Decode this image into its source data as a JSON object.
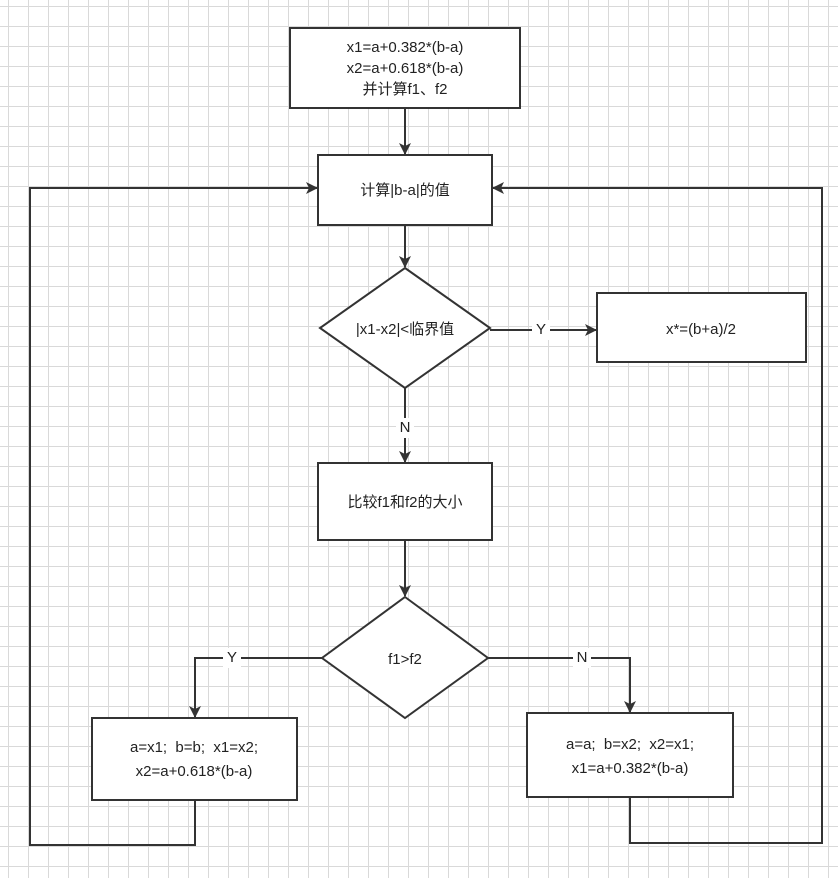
{
  "nodes": {
    "init": {
      "lines": [
        "x1=a+0.382*(b-a)",
        "x2=a+0.618*(b-a)",
        "并计算f1、f2"
      ]
    },
    "compute": {
      "label": "计算|b-a|的值"
    },
    "check": {
      "label": "|x1-x2|<临界值"
    },
    "result": {
      "label": "x*=(b+a)/2"
    },
    "compare": {
      "label": "比较f1和f2的大小"
    },
    "decide": {
      "label": "f1>f2"
    },
    "update_left": {
      "lines": [
        "a=x1;  b=b;  x1=x2;",
        "x2=a+0.618*(b-a)"
      ]
    },
    "update_right": {
      "lines": [
        "a=a;  b=x2;  x2=x1;",
        "x1=a+0.382*(b-a)"
      ]
    }
  },
  "edges": {
    "check_yes": "Y",
    "check_no": "N",
    "decide_yes": "Y",
    "decide_no": "N"
  },
  "colors": {
    "stroke": "#333333",
    "fill": "#ffffff",
    "grid": "#d9d9d9",
    "text": "#222222"
  }
}
